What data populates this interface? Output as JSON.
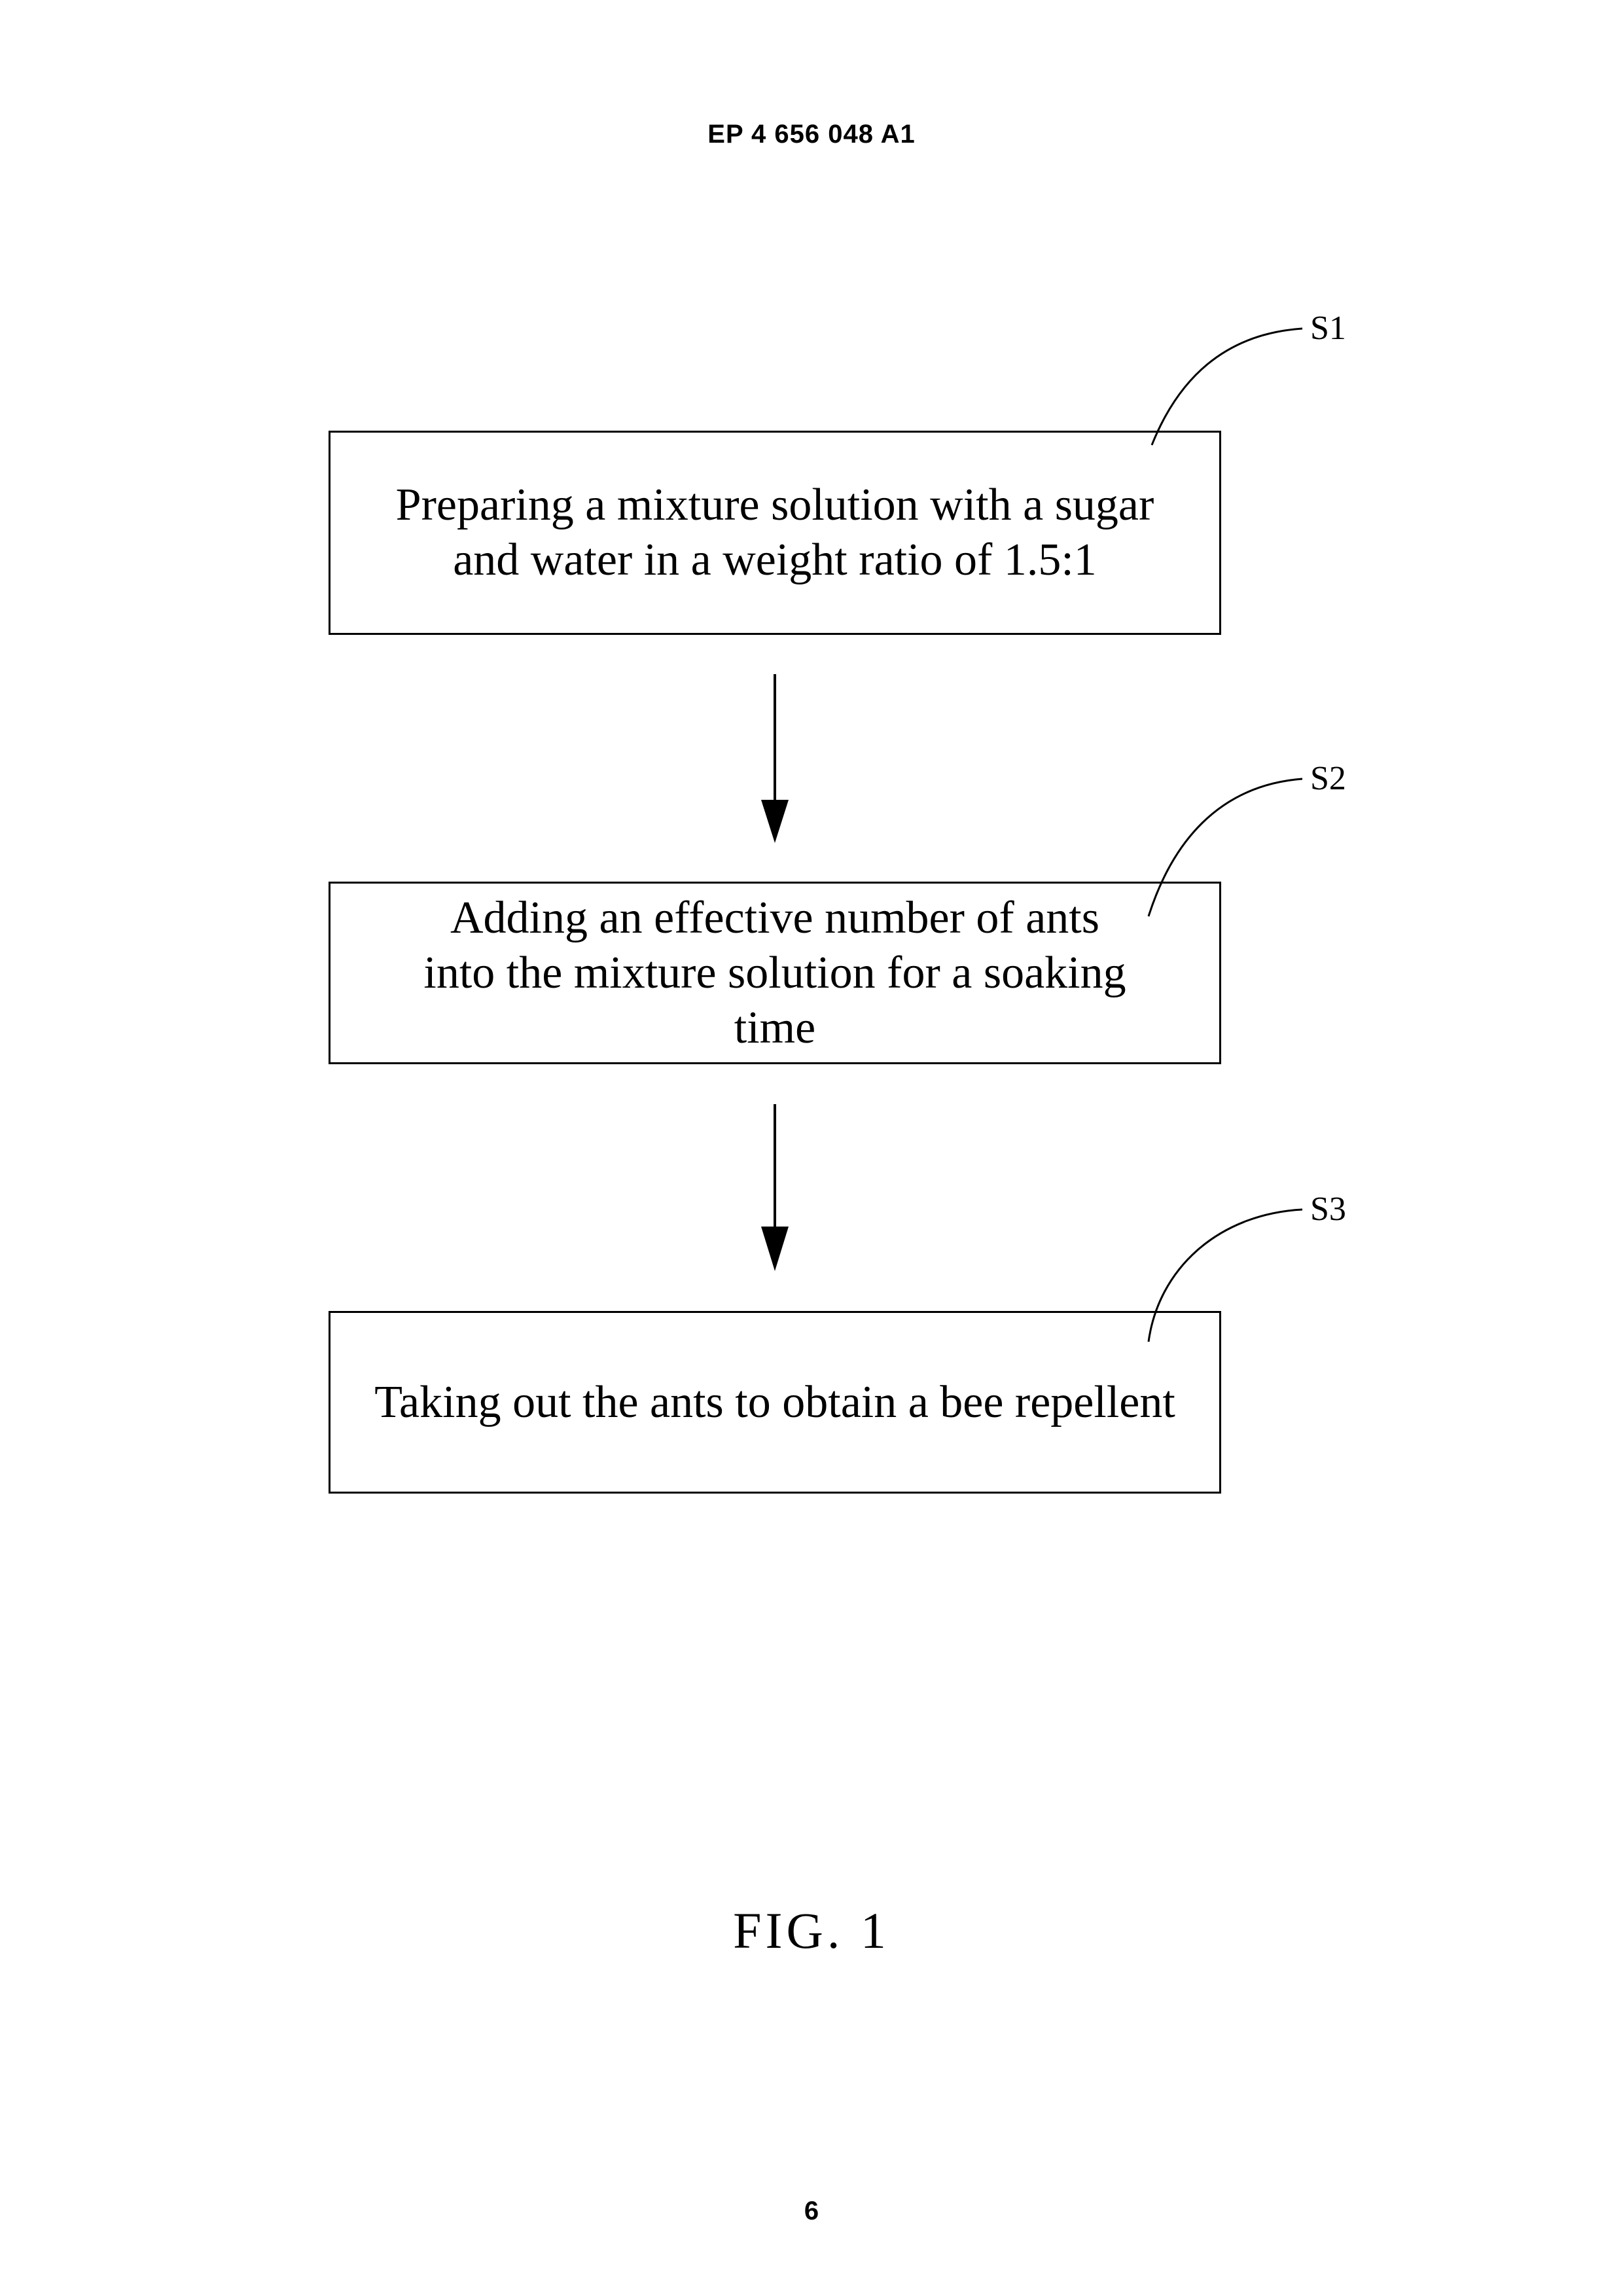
{
  "header": {
    "doc_number": "EP 4 656 048 A1"
  },
  "flowchart": {
    "steps": [
      {
        "label": "S1",
        "text": "Preparing a mixture solution with a sugar and water in a weight ratio of 1.5:1"
      },
      {
        "label": "S2",
        "text": "Adding an effective number of ants into the mixture solution for a soaking time"
      },
      {
        "label": "S3",
        "text": "Taking out the ants to obtain a bee repellent"
      }
    ]
  },
  "figure": {
    "caption": "FIG. 1"
  },
  "footer": {
    "page_number": "6"
  }
}
